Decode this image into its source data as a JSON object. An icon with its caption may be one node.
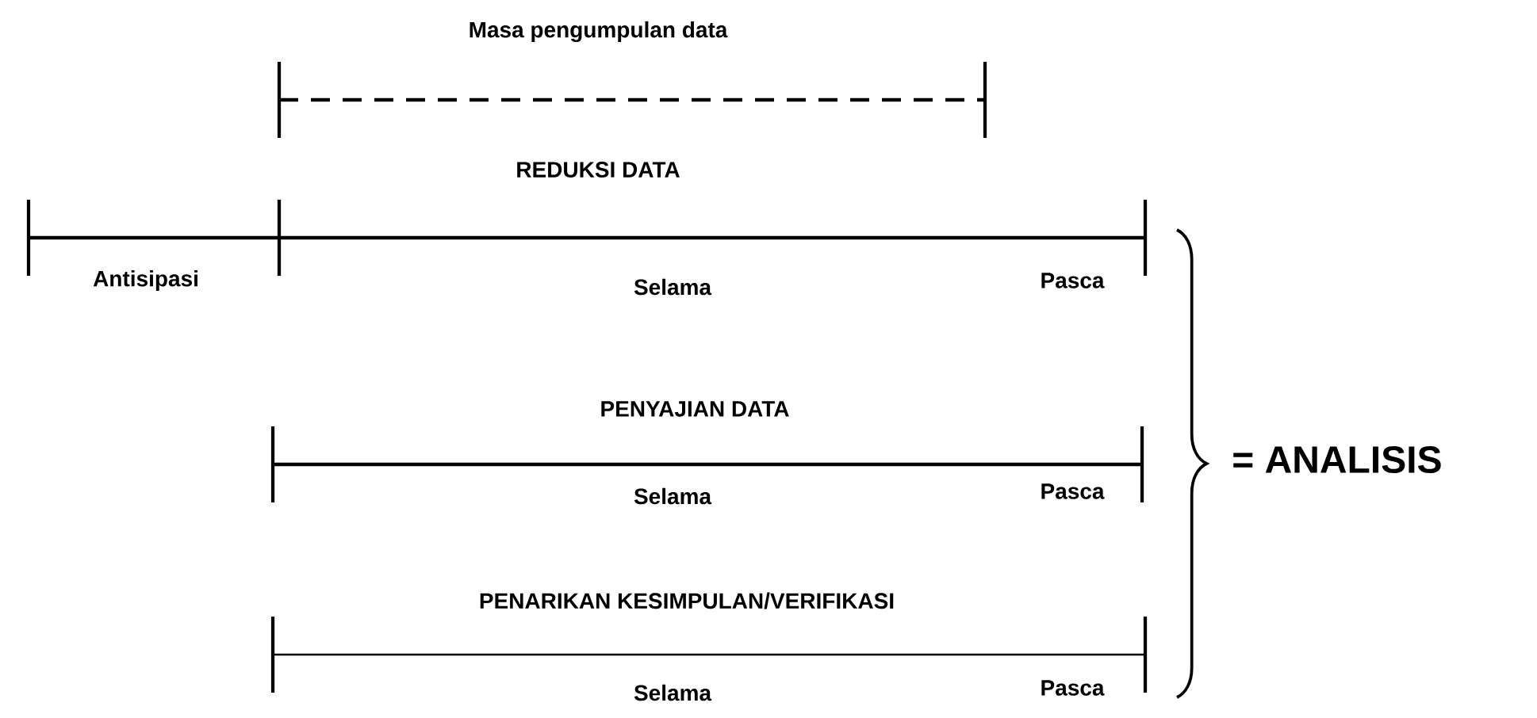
{
  "diagram": {
    "labels": [
      "Masa pengumpulan data",
      "REDUKSI DATA",
      "Antisipasi",
      "Selama",
      "Pasca",
      "PENYAJIAN DATA",
      "Selama",
      "Pasca",
      "PENARIKAN KESIMPULAN/VERIFIKASI",
      "Selama",
      "Pasca",
      "= ANALISIS"
    ]
  }
}
